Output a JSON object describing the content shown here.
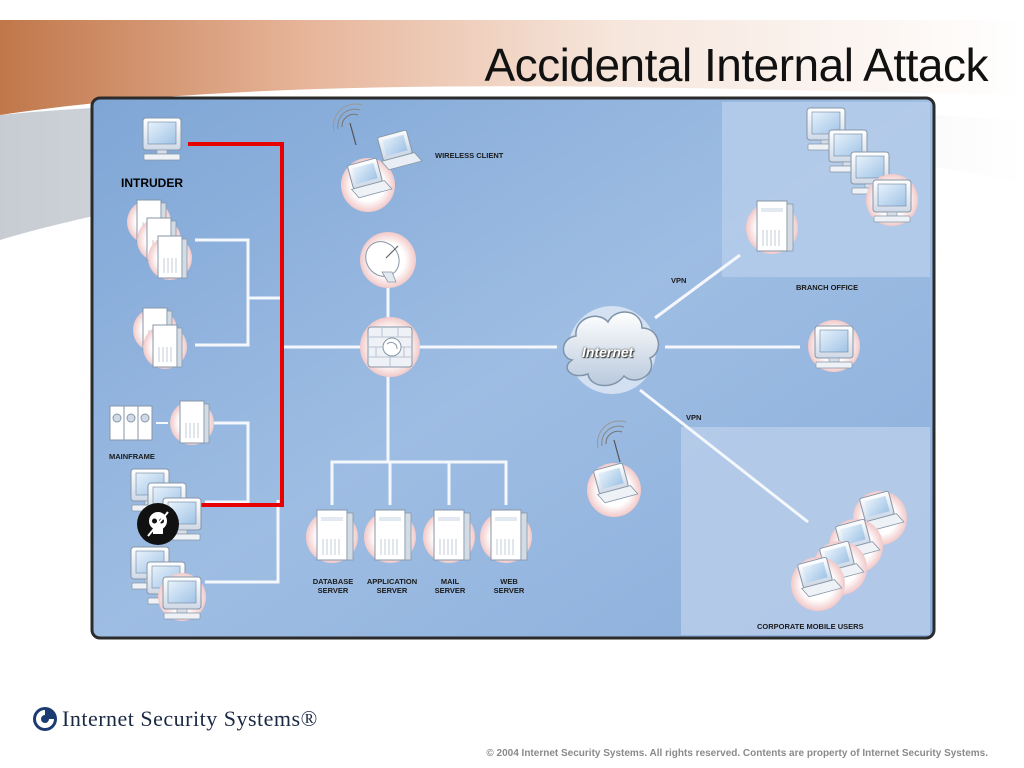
{
  "slide": {
    "title": "Accidental Internal Attack",
    "copyright": "© 2004 Internet Security Systems. All rights reserved. Contents are property of Internet Security Systems."
  },
  "logo": {
    "text": "Internet Security Systems®",
    "icon": "iss-swirl-icon"
  },
  "diagram": {
    "labels": {
      "intruder": "INTRUDER",
      "wireless_client": "WIRELESS CLIENT",
      "mainframe": "MAINFRAME",
      "internet": "Internet",
      "vpn_top": "VPN",
      "vpn_bottom": "VPN",
      "branch_office": "BRANCH OFFICE",
      "corporate_mobile_users": "CORPORATE MOBILE USERS",
      "database_server": "DATABASE\nSERVER",
      "application_server": "APPLICATION\nSERVER",
      "mail_server": "MAIL\nSERVER",
      "web_server": "WEB\nSERVER"
    },
    "icons": [
      "desktop-icon",
      "server-icon",
      "laptop-icon",
      "wireless-antenna-icon",
      "satellite-dish-icon",
      "firewall-icon",
      "cloud-icon",
      "skull-icon",
      "mainframe-icon"
    ],
    "colors": {
      "panel": "#8fb2dc",
      "panel_light": "#b3cbe9",
      "link": "#f4f7fb",
      "attack_path": "#e60000",
      "intruder_badge": "#111111"
    }
  }
}
